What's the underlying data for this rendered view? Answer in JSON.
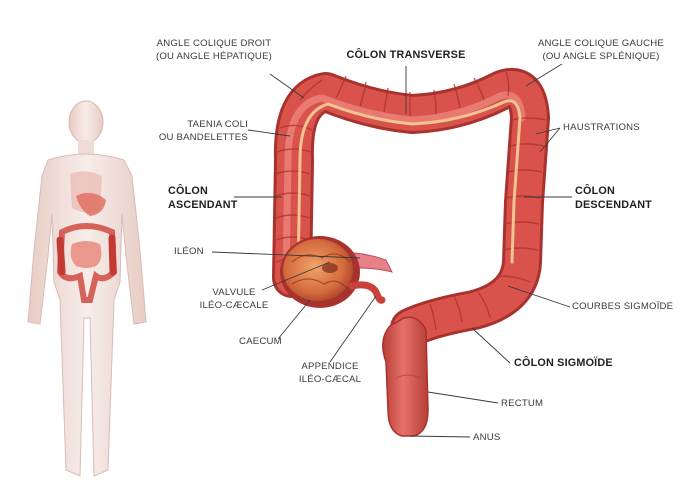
{
  "labels": {
    "angle_droit": [
      "ANGLE COLIQUE DROIT",
      "(OU ANGLE HÉPATIQUE)"
    ],
    "colon_transverse": [
      "CÔLON TRANSVERSE"
    ],
    "angle_gauche": [
      "ANGLE COLIQUE GAUCHE",
      "(OU ANGLE SPLÉNIQUE)"
    ],
    "taenia": [
      "TAENIA COLI",
      "OU BANDELETTES"
    ],
    "haustrations": [
      "HAUSTRATIONS"
    ],
    "colon_ascendant": [
      "CÔLON",
      "ASCENDANT"
    ],
    "colon_descendant": [
      "CÔLON",
      "DESCENDANT"
    ],
    "ileon": [
      "ILÉON"
    ],
    "valvule": [
      "VALVULE",
      "ILÉO-CÆCALE"
    ],
    "courbes": [
      "COURBES SIGMOÏDE"
    ],
    "caecum": [
      "CAECUM"
    ],
    "appendice": [
      "APPENDICE",
      "ILÉO-CÆCAL"
    ],
    "colon_sigmoide": [
      "CÔLON SIGMOÏDE"
    ],
    "rectum": [
      "RECTUM"
    ],
    "anus": [
      "ANUS"
    ]
  },
  "colors": {
    "colon": "#d9534c",
    "colon_dark": "#a8322d",
    "colon_light": "#f2948a",
    "band": "#f3cf9a",
    "body_skin": "#f1dcd6",
    "leader": "#3a3a3a"
  }
}
